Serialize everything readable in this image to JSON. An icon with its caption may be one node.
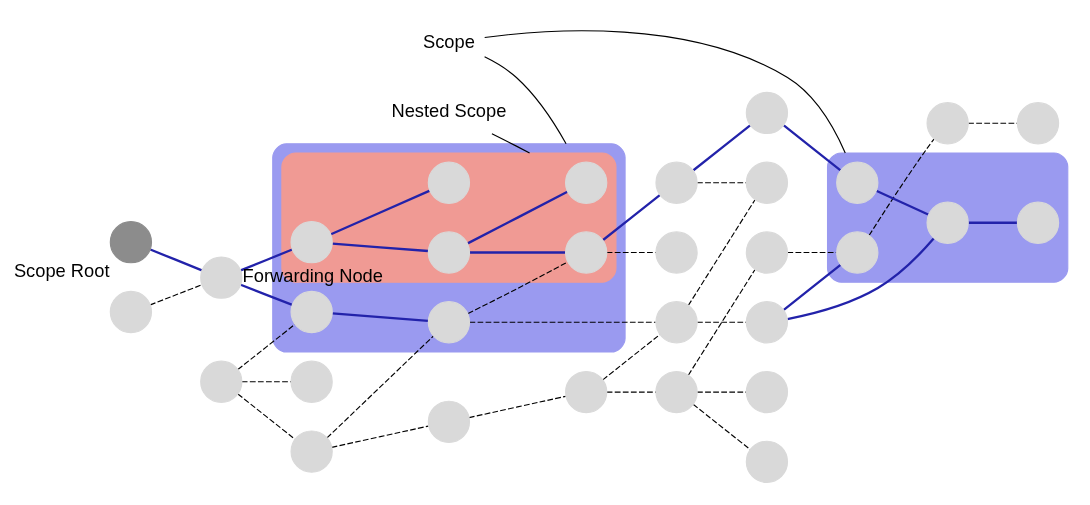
{
  "diagram": {
    "nodes": [
      {
        "text": [],
        "shape": "circle",
        "beside": [
          "Scope Root"
        ]
      },
      {
        "text": [],
        "shape": "circle"
      },
      {
        "text": [],
        "shape": "circle"
      },
      {
        "text": [],
        "shape": "circle"
      },
      {
        "text": [],
        "shape": "circle"
      },
      {
        "text": [],
        "shape": "circle"
      },
      {
        "text": [],
        "shape": "circle"
      },
      {
        "text": [],
        "shape": "circle",
        "beside": [
          "Forwarding Node"
        ]
      },
      {
        "text": [],
        "shape": "circle"
      },
      {
        "text": [],
        "shape": "circle"
      },
      {
        "text": [],
        "shape": "circle"
      },
      {
        "text": [],
        "shape": "blob"
      },
      {
        "text": [],
        "shape": "circle",
        "in": 11
      },
      {
        "text": [],
        "shape": "circle",
        "in": 11
      },
      {
        "text": [],
        "shape": "circle"
      },
      {
        "text": [],
        "shape": "circle"
      },
      {
        "text": [
          "Nested Scope"
        ]
      },
      {
        "text": [],
        "shape": "blob",
        "in": 11
      },
      {
        "text": [],
        "shape": "circle",
        "in": 17
      },
      {
        "text": [],
        "shape": "circle",
        "in": 17
      },
      {
        "text": [],
        "shape": "circle",
        "in": 17
      },
      {
        "text": [],
        "shape": "circle"
      },
      {
        "text": [],
        "shape": "circle"
      },
      {
        "text": [],
        "shape": "circle"
      },
      {
        "text": [],
        "shape": "blob"
      },
      {
        "text": [],
        "shape": "circle",
        "in": 24
      },
      {
        "text": [],
        "shape": "circle",
        "in": 17
      },
      {
        "text": [],
        "shape": "circle",
        "in": 17
      },
      {
        "text": [],
        "shape": "circle"
      },
      {
        "text": [],
        "shape": "circle"
      },
      {
        "text": [],
        "shape": "circle",
        "in": 24
      },
      {
        "text": [],
        "shape": "circle",
        "in": 24
      },
      {
        "text": [],
        "shape": "circle",
        "in": 24
      },
      {
        "text": [],
        "shape": "circle"
      },
      {
        "text": [],
        "shape": "circle"
      },
      {
        "text": [
          "Scope"
        ]
      }
    ],
    "edges": [
      {
        "from": 0,
        "to": 7,
        "arrow": "none",
        "color": "#2222aa"
      },
      {
        "from": 1,
        "to": 7,
        "arrow": "none",
        "style": "dashed"
      },
      {
        "from": 7,
        "to": 12,
        "arrow": "none",
        "color": "#2222aa"
      },
      {
        "from": 7,
        "to": 18,
        "arrow": "none",
        "color": "#2222aa"
      },
      {
        "from": 6,
        "to": 12,
        "arrow": "none",
        "style": "dashed"
      },
      {
        "from": 6,
        "to": 2,
        "arrow": "none",
        "style": "dashed"
      },
      {
        "from": 6,
        "to": 8,
        "arrow": "none",
        "style": "dashed"
      },
      {
        "from": 8,
        "to": 3,
        "arrow": "none",
        "style": "dashed"
      },
      {
        "from": 3,
        "to": 9,
        "arrow": "none",
        "style": "dashed"
      },
      {
        "from": 9,
        "to": 10,
        "arrow": "none",
        "style": "dashed"
      },
      {
        "from": 10,
        "to": 4,
        "arrow": "none",
        "style": "dashed"
      },
      {
        "from": 10,
        "to": 5,
        "arrow": "none",
        "style": "dashed"
      },
      {
        "from": 10,
        "to": 14,
        "arrow": "none",
        "style": "dashed"
      },
      {
        "from": 12,
        "to": 13,
        "arrow": "none",
        "color": "#2222aa"
      },
      {
        "from": 8,
        "to": 13,
        "arrow": "none",
        "style": "dashed"
      },
      {
        "from": 13,
        "to": 15,
        "arrow": "none",
        "style": "dashed"
      },
      {
        "from": 9,
        "to": 15,
        "arrow": "none",
        "style": "dashed"
      },
      {
        "from": 13,
        "to": 20,
        "arrow": "none",
        "style": "dashed"
      },
      {
        "from": 14,
        "to": 25,
        "arrow": "none",
        "style": "dashed"
      },
      {
        "from": 15,
        "to": 23,
        "arrow": "none",
        "style": "dashed"
      },
      {
        "from": 15,
        "to": 22,
        "arrow": "none",
        "style": "dashed"
      },
      {
        "from": 18,
        "to": 19,
        "arrow": "none",
        "color": "#2222aa"
      },
      {
        "from": 18,
        "to": 26,
        "arrow": "none",
        "color": "#2222aa"
      },
      {
        "from": 19,
        "to": 27,
        "arrow": "none",
        "color": "#2222aa"
      },
      {
        "from": 19,
        "to": 20,
        "arrow": "none",
        "color": "#2222aa"
      },
      {
        "from": 20,
        "to": 21,
        "arrow": "none",
        "color": "#2222aa"
      },
      {
        "from": 20,
        "to": 28,
        "arrow": "none",
        "style": "dashed"
      },
      {
        "from": 21,
        "to": 22,
        "arrow": "none",
        "style": "dashed"
      },
      {
        "from": 21,
        "to": 29,
        "arrow": "none",
        "color": "#2222aa"
      },
      {
        "from": 29,
        "to": 32,
        "arrow": "none",
        "color": "#2222aa"
      },
      {
        "from": 32,
        "to": 30,
        "arrow": "none",
        "color": "#2222aa"
      },
      {
        "from": 30,
        "to": 31,
        "arrow": "none",
        "color": "#2222aa"
      },
      {
        "from": 30,
        "to": 23,
        "arrow": "none",
        "color": "#2222aa"
      },
      {
        "from": 23,
        "to": 25,
        "arrow": "none",
        "color": "#2222aa"
      },
      {
        "from": 25,
        "to": 33,
        "arrow": "none",
        "style": "dashed"
      },
      {
        "from": 33,
        "to": 34,
        "arrow": "none",
        "style": "dashed"
      },
      {
        "from": 16,
        "to": 17,
        "arrow": "none"
      },
      {
        "from": 35,
        "to": 11,
        "arrow": "none"
      },
      {
        "from": 35,
        "to": 24,
        "arrow": "none"
      }
    ]
  }
}
